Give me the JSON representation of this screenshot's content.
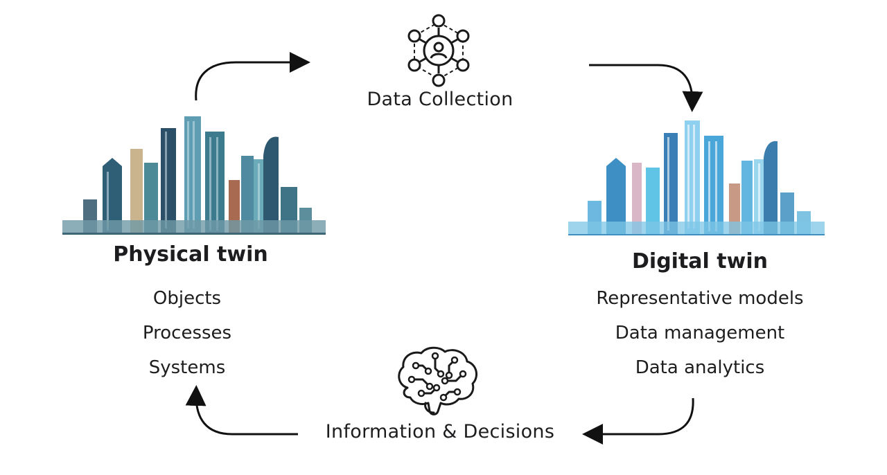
{
  "cycle": {
    "data_collection": "Data Collection",
    "information_decisions": "Information & Decisions"
  },
  "physical": {
    "title": "Physical twin",
    "items": [
      "Objects",
      "Processes",
      "Systems"
    ]
  },
  "digital": {
    "title": "Digital twin",
    "items": [
      "Representative models",
      "Data management",
      "Data analytics"
    ]
  },
  "colors": {
    "physical_city": "#3f7c8c",
    "digital_city": "#4fa9d8",
    "arrow": "#111111"
  }
}
